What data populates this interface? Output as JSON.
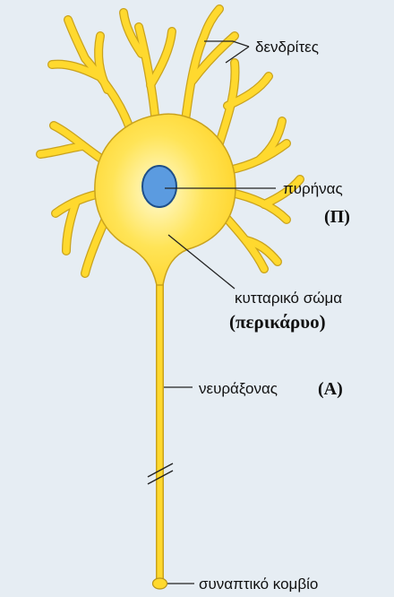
{
  "labels": {
    "dendrites": "δενδρίτες",
    "nucleus": "πυρήνας",
    "nucleus_letter": "(Π)",
    "cell_body": "κυτταρικό σώμα",
    "cell_body_alt": "(περικάρυο)",
    "axon": "νευράξονας",
    "axon_letter": "(A)",
    "synaptic_knob": "συναπτικό κομβίο"
  },
  "colors": {
    "background": "#e6edf3",
    "neuron_fill": "#ffd92e",
    "neuron_glow": "#fff6b8",
    "neuron_outline": "#b8941a",
    "nucleus_fill": "#5b9be0",
    "nucleus_outline": "#1d4f8a",
    "label_text": "#111111"
  }
}
